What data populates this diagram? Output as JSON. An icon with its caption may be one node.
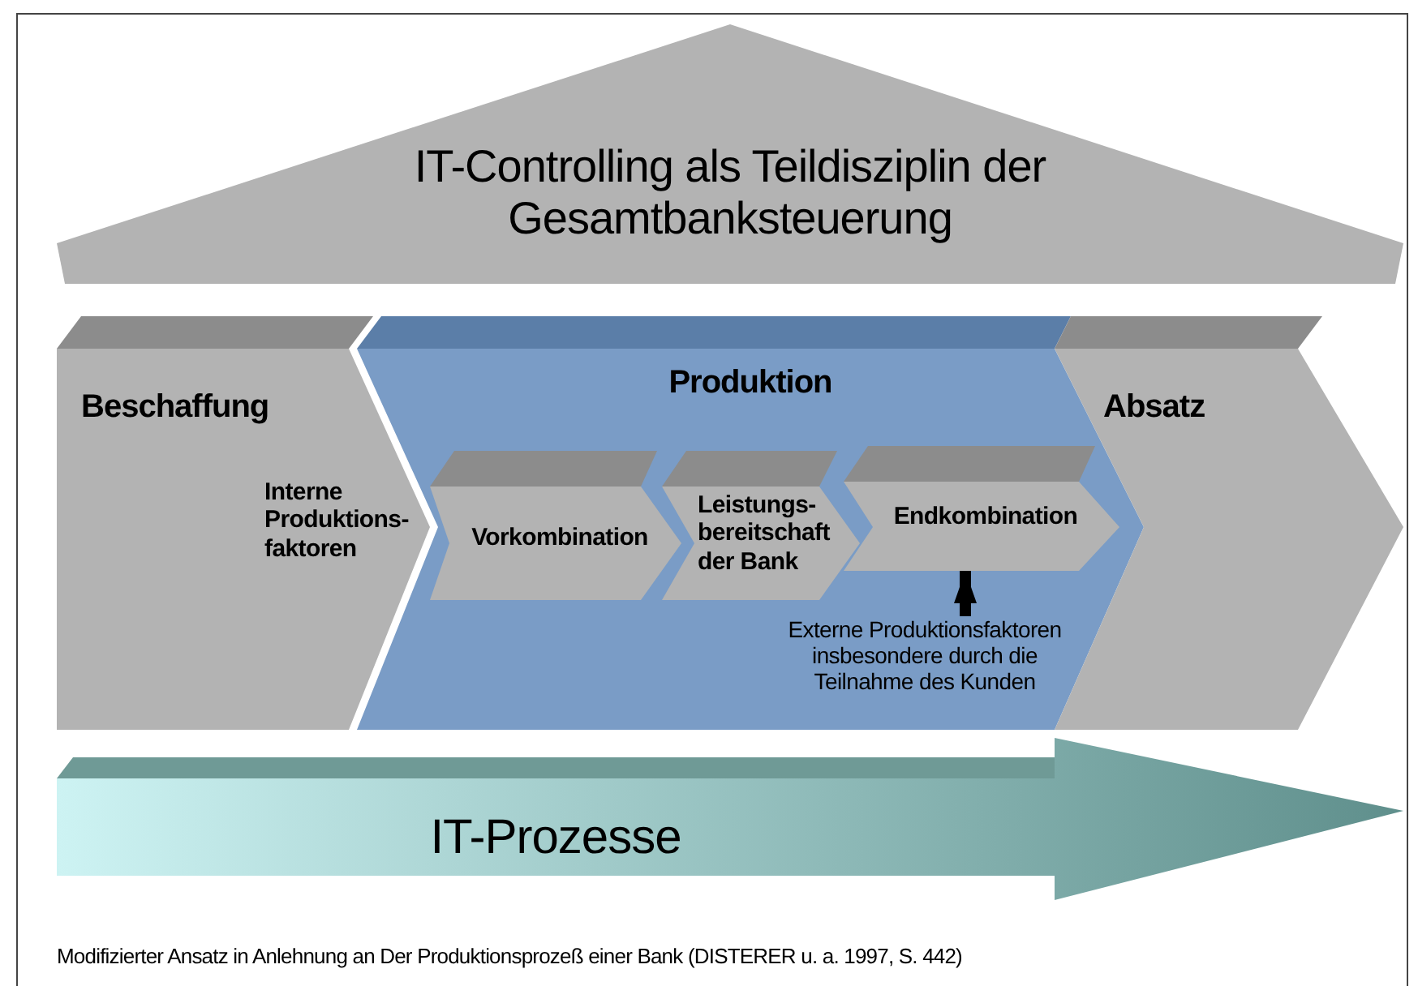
{
  "diagram": {
    "caption": "Modifizierter Ansatz in Anlehnung an Der Produktionsprozeß einer Bank (DISTERER u. a. 1997, S. 442)",
    "nodes": [
      {
        "text": [
          "IT-Controlling als Teildisziplin der Gesamtbanksteuerung"
        ]
      },
      {
        "text": [
          "Beschaffung",
          "Interne Produktions- faktoren"
        ]
      },
      {
        "text": [
          "Produktion"
        ]
      },
      {
        "text": [
          "Vorkombination"
        ],
        "in": 2
      },
      {
        "text": [
          "Leistungs- bereitschaft der Bank"
        ],
        "in": 2
      },
      {
        "text": [
          "Endkombination"
        ],
        "in": 2
      },
      {
        "text": [
          "Externe Produktionsfaktoren insbesondere durch die Teilnahme des Kunden"
        ],
        "in": 2
      },
      {
        "text": [
          "Absatz"
        ]
      },
      {
        "text": [
          "IT-Prozesse"
        ]
      }
    ],
    "edges": [
      {
        "from": 6,
        "to": 5,
        "arrow": "to"
      }
    ]
  }
}
